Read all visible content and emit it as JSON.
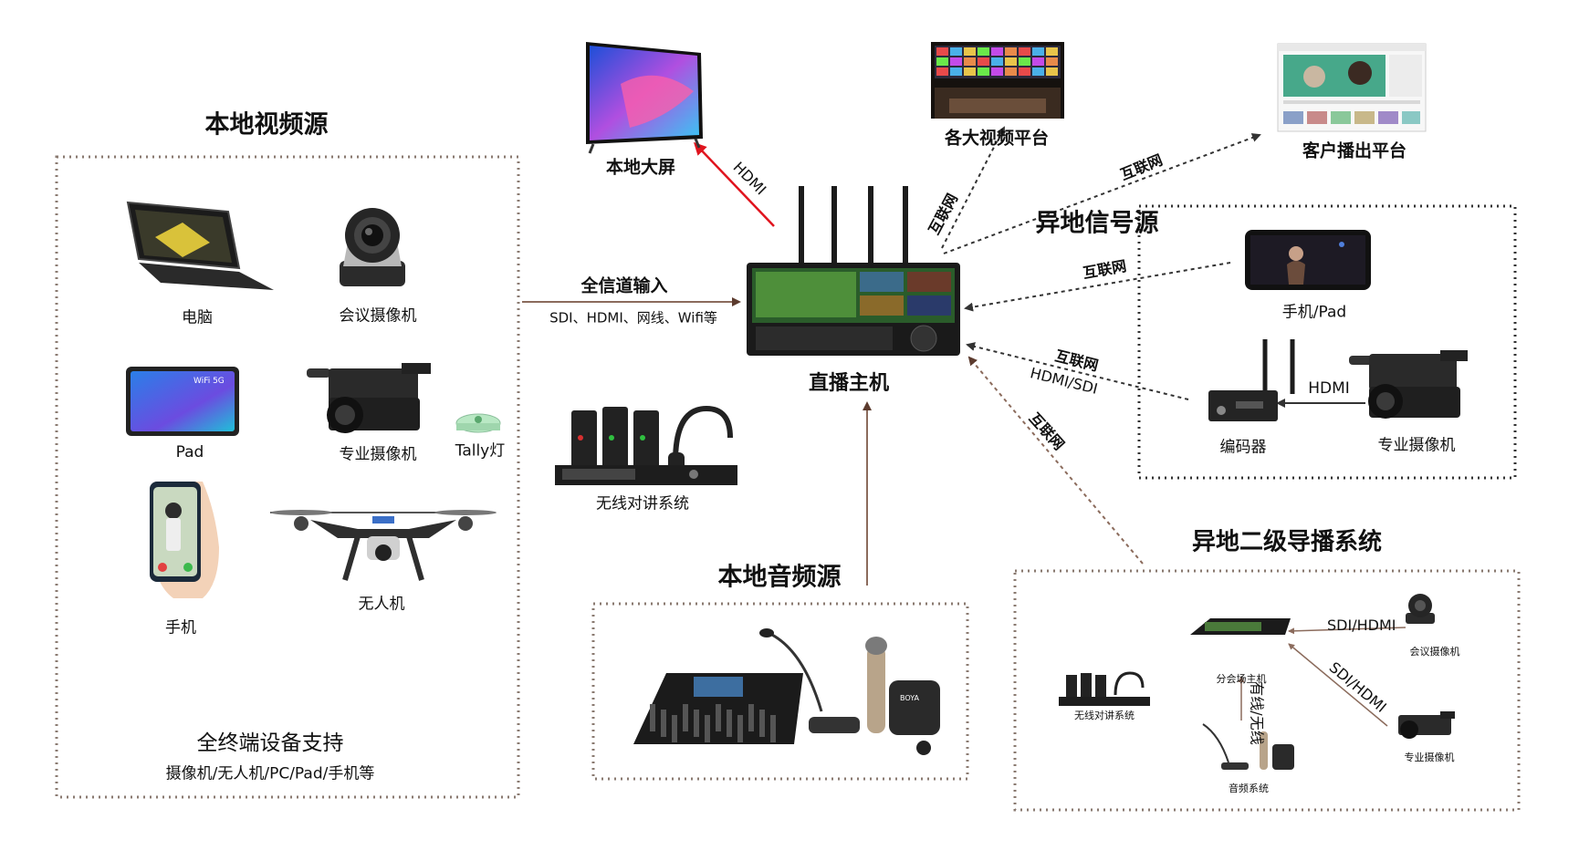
{
  "local_video": {
    "title": "本地视频源",
    "laptop": "电脑",
    "conf_cam": "会议摄像机",
    "pad": "Pad",
    "pro_cam": "专业摄像机",
    "tally": "Tally灯",
    "phone": "手机",
    "drone": "无人机",
    "footer_title": "全终端设备支持",
    "footer_sub": "摄像机/无人机/PC/Pad/手机等"
  },
  "local_screen": {
    "label": "本地大屏",
    "link": "HDMI"
  },
  "platforms": {
    "label": "各大视频平台",
    "link": "互联网"
  },
  "client_platform": {
    "label": "客户播出平台",
    "link": "互联网"
  },
  "input": {
    "title": "全信道输入",
    "sub": "SDI、HDMI、网线、Wifi等"
  },
  "host": {
    "label": "直播主机"
  },
  "intercom": {
    "label": "无线对讲系统"
  },
  "remote_source": {
    "title": "异地信号源",
    "phone_link": "互联网",
    "phone": "手机/Pad",
    "encoder_link_top": "互联网",
    "encoder_link_bottom": "HDMI/SDI",
    "encoder": "编码器",
    "hdmi": "HDMI",
    "pro_cam": "专业摄像机"
  },
  "secondary": {
    "link": "互联网",
    "title": "异地二级导播系统",
    "host": "分会场主机",
    "intercom": "无线对讲系统",
    "conf_cam": "会议摄像机",
    "pro_cam": "专业摄像机",
    "audio": "音频系统",
    "sdi1": "SDI/HDMI",
    "sdi2": "SDI/HDMI",
    "wired": "有线/无线"
  },
  "local_audio": {
    "title": "本地音频源"
  },
  "colors": {
    "dotted": "#8a7a70",
    "arrow_brown": "#8b6b5c",
    "arrow_red": "#e0141e",
    "wire": "#5c3b2e"
  },
  "icons": [
    "laptop-icon",
    "ptz-camera-icon",
    "tablet-icon",
    "camcorder-icon",
    "tally-light-icon",
    "smartphone-icon",
    "drone-icon",
    "tv-icon",
    "video-wall-icon",
    "webpage-icon",
    "live-host-icon",
    "intercom-icon",
    "encoder-icon",
    "mixer-icon",
    "microphone-icon"
  ]
}
